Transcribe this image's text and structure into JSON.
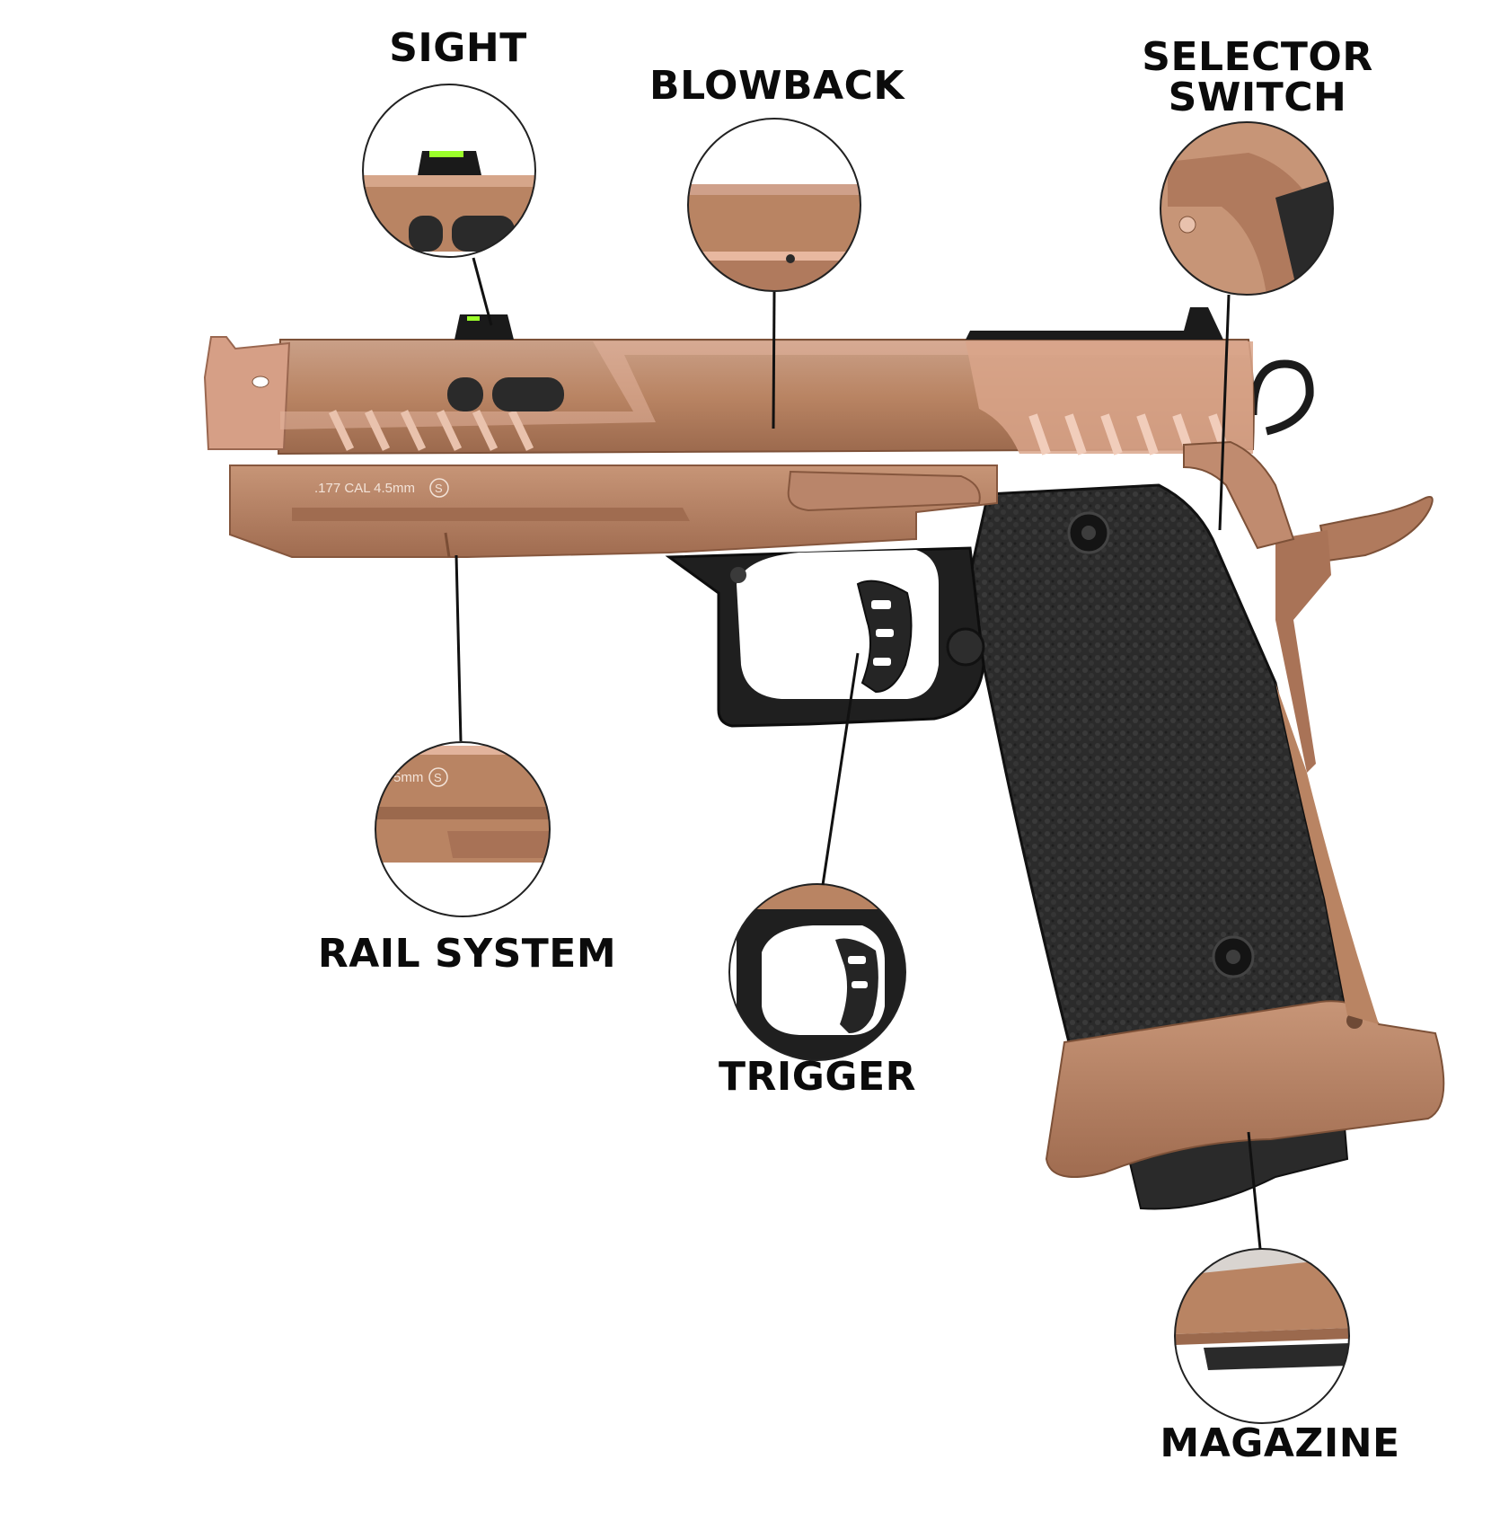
{
  "labels": {
    "sight": "SIGHT",
    "blowback": "BLOWBACK",
    "selector_line1": "SELECTOR",
    "selector_line2": "SWITCH",
    "rail_system": "RAIL SYSTEM",
    "trigger": "TRIGGER",
    "magazine": "MAGAZINE"
  },
  "engravings": {
    "caliber": ".177 CAL 4.5mm",
    "rail_zoom": "5mm",
    "s_mark": "S"
  },
  "colors": {
    "bronze": "#b98463",
    "bronze_dark": "#8f5e43",
    "bronze_light": "#d6a68a",
    "copper_shine": "#e8b8a0",
    "grip_black": "#2a2a2a",
    "frame_black": "#1c1c1c",
    "leader_line": "#111111",
    "circle_stroke": "#222222",
    "fiber_green": "#9bff2a"
  }
}
